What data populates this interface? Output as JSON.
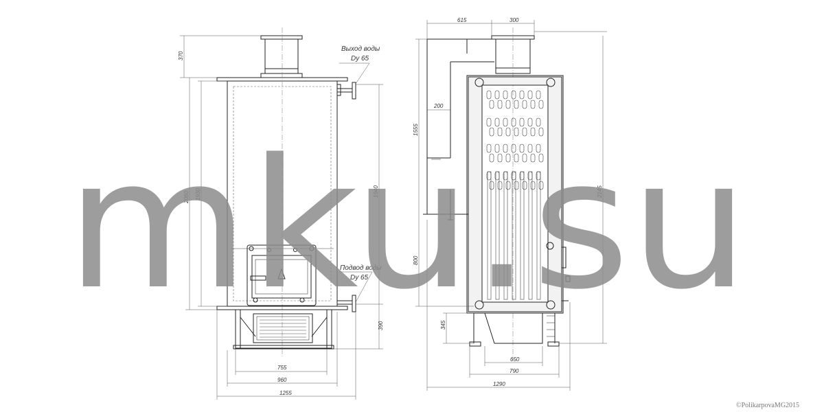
{
  "front_view": {
    "outlet_label_line1": "Выход воды",
    "outlet_label_line2": "Dy 65",
    "inlet_label_line1": "Подвод воды",
    "inlet_label_line2": "Dy 65",
    "dim_370": "370",
    "dim_2060": "2060",
    "dim_1930": "1930",
    "dim_1940": "1940",
    "dim_390": "390",
    "dim_755": "755",
    "dim_960": "960",
    "dim_1255": "1255"
  },
  "side_view": {
    "dim_615": "615",
    "dim_300": "300",
    "dim_200": "200",
    "dim_1555": "1555",
    "dim_800": "800",
    "dim_345": "345",
    "dim_2145": "2145",
    "dim_650": "650",
    "dim_790": "790",
    "dim_1290": "1290"
  },
  "watermark": "mku.su",
  "copyright": "©PolikarpovaMG2015"
}
